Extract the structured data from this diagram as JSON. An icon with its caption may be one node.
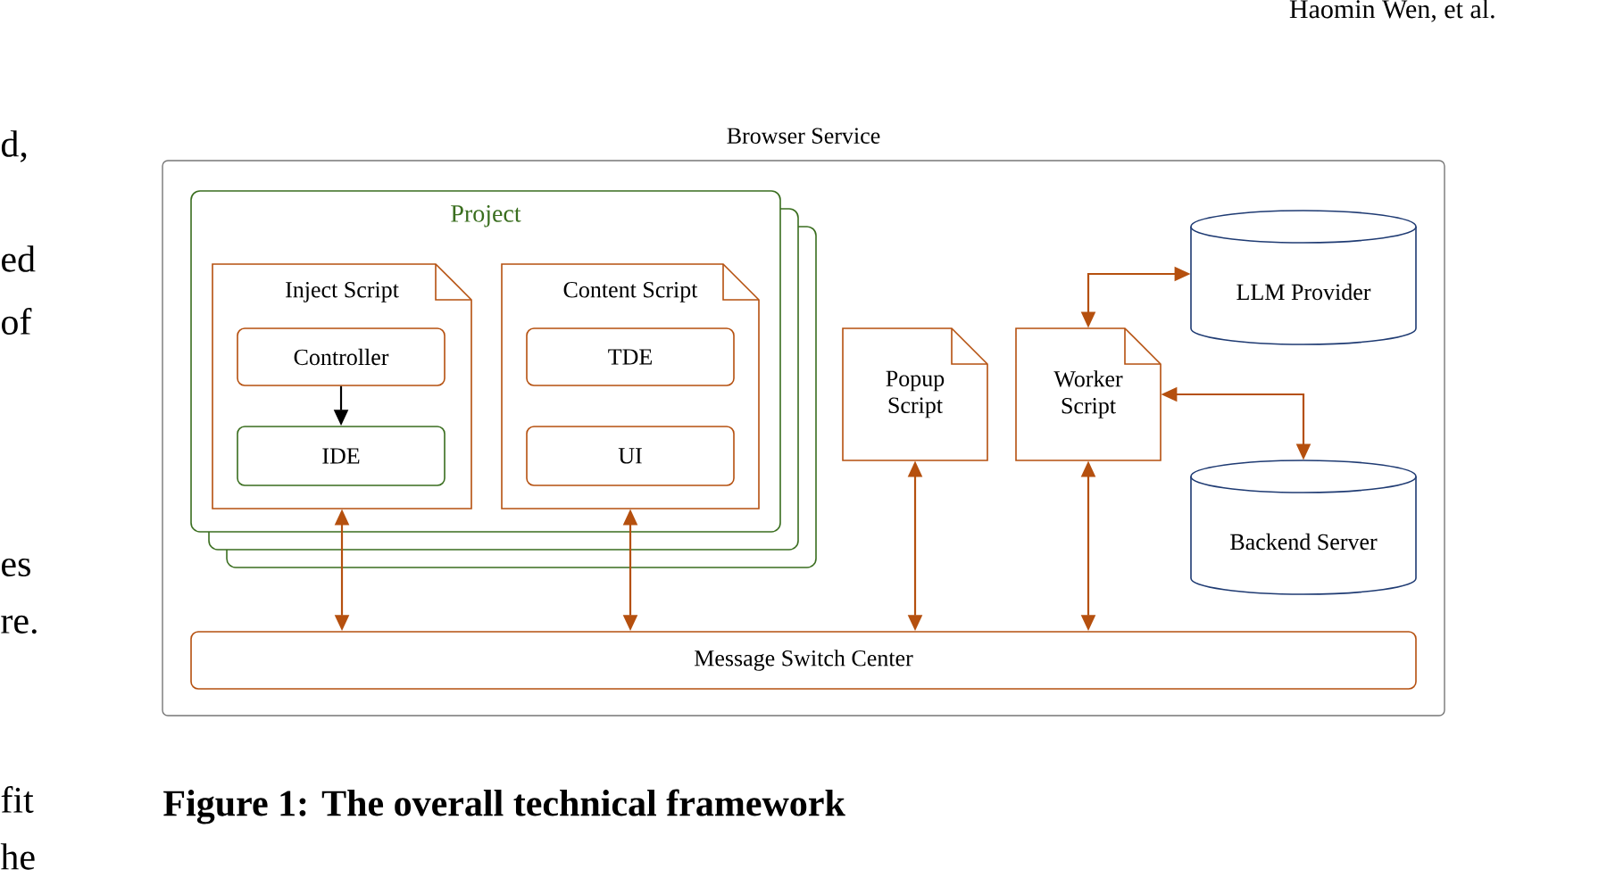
{
  "diagram": {
    "caption": "Figure 1: The overall technical framework",
    "nodes": [
      {
        "text": [
          "Browser Service"
        ]
      },
      {
        "text": [
          "Project"
        ],
        "in": 0
      },
      {
        "text": [
          "Inject Script"
        ],
        "in": 1
      },
      {
        "text": [
          "Controller"
        ],
        "in": 2
      },
      {
        "text": [
          "IDE"
        ],
        "in": 2
      },
      {
        "text": [
          "Content Script"
        ],
        "in": 1
      },
      {
        "text": [
          "TDE"
        ],
        "in": 5
      },
      {
        "text": [
          "UI"
        ],
        "in": 5
      },
      {
        "text": [
          "Popup Script"
        ],
        "in": 0
      },
      {
        "text": [
          "Worker Script"
        ],
        "in": 0
      },
      {
        "text": [
          "LLM Provider"
        ],
        "in": 0
      },
      {
        "text": [
          "Backend Server"
        ],
        "in": 0
      },
      {
        "text": [
          "Message Switch Center"
        ],
        "in": 0
      }
    ],
    "edges": [
      {
        "from": 3,
        "to": 4,
        "arrow": "to",
        "color": "#000000"
      },
      {
        "from": 12,
        "to": 2,
        "arrow": "both"
      },
      {
        "from": 12,
        "to": 5,
        "arrow": "both"
      },
      {
        "from": 12,
        "to": 8,
        "arrow": "both"
      },
      {
        "from": 12,
        "to": 9,
        "arrow": "both"
      },
      {
        "from": 9,
        "to": 10,
        "arrow": "both"
      },
      {
        "from": 9,
        "to": 11,
        "arrow": "both"
      }
    ],
    "labels": [
      "Haomin Wen, et al.",
      "d,",
      "ed",
      "of",
      "es",
      "re.",
      "fit",
      "he"
    ]
  }
}
